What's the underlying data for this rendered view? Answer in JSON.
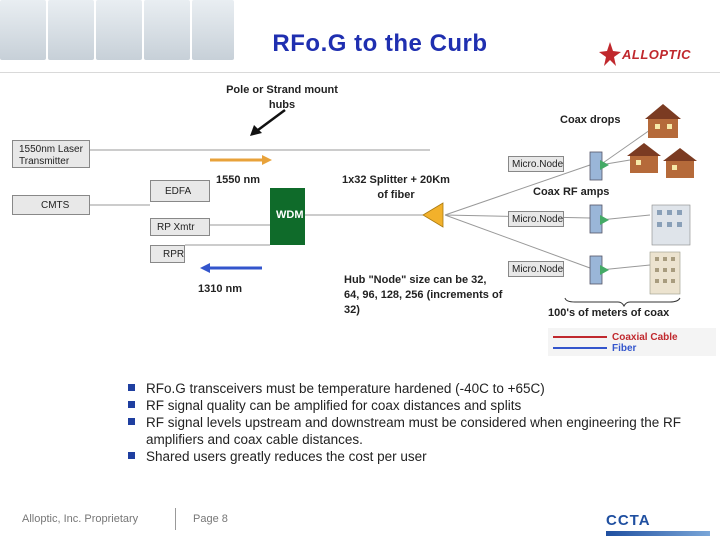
{
  "header": {
    "title": "RFo.G to the Curb",
    "logo_text": "ALLOPTIC"
  },
  "diagram": {
    "pole_label": "Pole or Strand mount hubs",
    "coax_drops": "Coax drops",
    "laser_tx": "1550nm Laser Transmitter",
    "cmts": "CMTS",
    "edfa": "EDFA",
    "nm1550": "1550 nm",
    "splitter": "1x32 Splitter + 20Km of fiber",
    "wdm": "WDM",
    "rp_xmtr": "RP Xmtr",
    "rpr": "RPR",
    "nm1310": "1310 nm",
    "micronode_1": "Micro.Node",
    "micronode_2": "Micro.Node",
    "micronode_3": "Micro.Node",
    "coax_rf_amps": "Coax RF amps",
    "hub_node": "Hub \"Node\" size can be 32, 64, 96, 128, 256 (increments of 32)",
    "meters": "100's of meters of coax",
    "legend_coax": "Coaxial Cable",
    "legend_fiber": "Fiber"
  },
  "bullets": [
    "RFo.G transceivers must be temperature hardened (-40C to +65C)",
    "RF signal quality can be amplified for coax distances and splits",
    "RF signal levels upstream and downstream must be considered when engineering the RF amplifiers and coax cable distances.",
    "Shared users greatly reduces the cost per user"
  ],
  "footer": {
    "company": "Alloptic, Inc. Proprietary",
    "page": "Page 8",
    "badge": "CCTA"
  },
  "colors": {
    "title": "#1f2fb0",
    "fiber": "#3355cc",
    "coax": "#c0282d",
    "wdm": "#0f6b2a",
    "splitter": "#f2b12b"
  }
}
